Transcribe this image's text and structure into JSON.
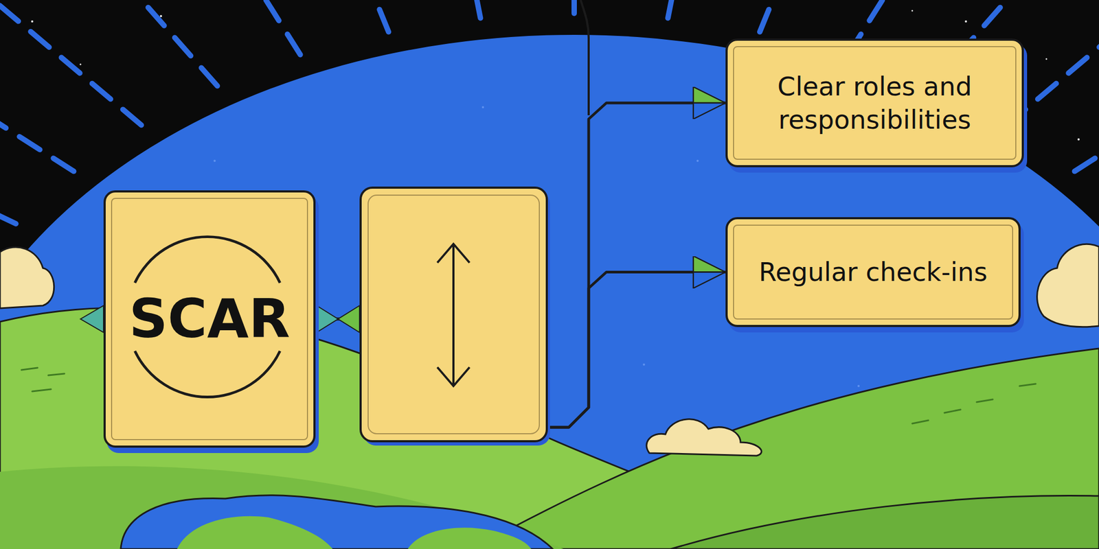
{
  "diagram": {
    "nodes": [
      {
        "text": [
          "SCAR"
        ]
      },
      {
        "text": [
          "Clear roles and responsibilities"
        ]
      },
      {
        "text": [
          "Regular check-ins"
        ]
      }
    ],
    "edges": [
      {
        "from": 0,
        "to": 1,
        "arrow": "to"
      },
      {
        "from": 0,
        "to": 2,
        "arrow": "to"
      }
    ]
  }
}
